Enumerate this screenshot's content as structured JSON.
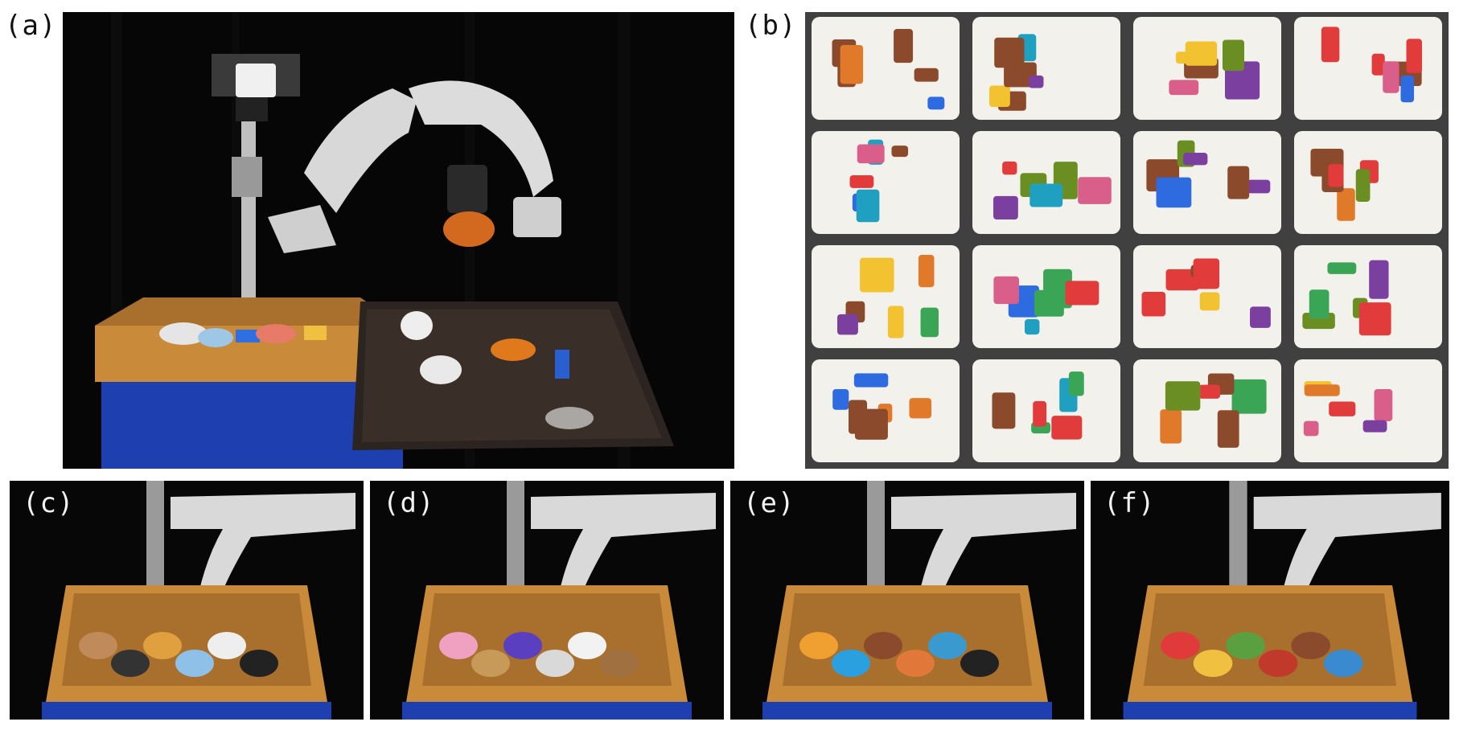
{
  "figure": {
    "panels": [
      {
        "id": "a",
        "label": "(a)"
      },
      {
        "id": "b",
        "label": "(b)"
      },
      {
        "id": "c",
        "label": "(c)"
      },
      {
        "id": "d",
        "label": "(d)"
      },
      {
        "id": "e",
        "label": "(e)"
      },
      {
        "id": "f",
        "label": "(f)"
      }
    ]
  },
  "colors": {
    "basket": "#c98a3a",
    "crate": "#1e3fb0",
    "robot": "#d9d9d9",
    "tray": "#f3f1ec",
    "mat": "#444444"
  },
  "tray_grid": {
    "rows": 4,
    "cols": 4
  }
}
